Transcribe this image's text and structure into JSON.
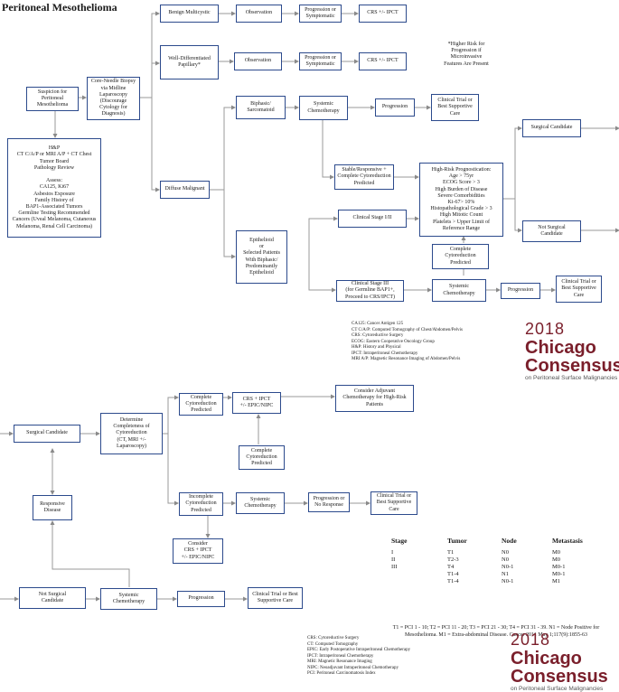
{
  "title": "Peritoneal Mesothelioma",
  "nodes": {
    "suspicion": "Suspicion for\nPeritoneal\nMesothelioma",
    "hp": "H&P\nCT C/A/P or MRI A/P + CT Chest\nTumor Board\nPathology Review\n\nAssess:\nCA125, Ki67\nAsbestos Exposure\nFamily History of\nBAP1-Associated Tumors\nGermline Testing Recommended\nCancers (Uveal Melanoma, Cutaneous\nMelanoma, Renal Cell Carcinoma)",
    "biopsy": "Core-Needle Biopsy\nvia Midline\nLaparoscopy\n(Discourage\nCytology for\nDiagnosis)",
    "benign": "Benign Multicystic",
    "obs1": "Observation",
    "prog1": "Progression or\nSymptomatic",
    "crs1": "CRS +/- IPCT",
    "wdp": "Well-Differentiated\nPapillary*",
    "obs2": "Observation",
    "prog2": "Progression or\nSymptomatic",
    "crs2": "CRS +/- IPCT",
    "note": "*Higher Risk for\nProgression if\nMicroinvasive\nFeatures Are Present",
    "diffuse": "Diffuse Malignant",
    "biphasic": "Biphasic/\nSarcomatoid",
    "syschemo1": "Systemic\nChemotherapy",
    "progression1": "Progression",
    "trial1": "Clinical Trial or\nBest Supportive\nCare",
    "stable": "Stable/Responsive +\nComplete Cytoreduction\nPredicted",
    "highrisk": "High-Risk Prognostication:\nAge > 75yr\nECOG Score > 3\nHigh Burden of Disease\nSevere Comorbidities\nKi-67> 10%\nHistopathological Grade > 3\nHigh Mitotic Count\nPlatelets > Upper Limit of\nReference Range",
    "surgcand1": "Surgical Candidate",
    "notsurg1": "Not Surgical\nCandidate",
    "epith": "Epithelioid\nor\nSelected Patients\nWith Biphasic/\nPredominantly\nEpithelioid",
    "stage12": "Clinical Stage I/II",
    "stage3": "Clinical Stage III\n(for Germline BAP1+,\nProceed to CRS/IPCT)",
    "complete1": "Complete\nCytoreduction\nPredicted",
    "syschemo2": "Systemic\nChemotherapy",
    "progression2": "Progression",
    "trial2": "Clinical Trial or\nBest Supportive\nCare",
    "surgcand2": "Surgical Candidate",
    "determine": "Determine\nCompleteness of\nCytoreduction\n(CT, MRI +/-\nLaparoscopy)",
    "complete2": "Complete\nCytoreduction\nPredicted",
    "crsepic": "CRS + IPCT\n+/- EPIC/NIPC",
    "adjuvant": "Consider Adjuvant\nChemotherapy for High-Risk\nPatients",
    "complete3": "Complete\nCytoreduction\nPredicted",
    "incomplete": "Incomplete\nCytoreduction\nPredicted",
    "syschemo3": "Systemic\nChemotherapy",
    "prognr": "Progression or\nNo Response",
    "trial3": "Clinical Trial or\nBest Supportive\nCare",
    "consider": "Consider\nCRS + IPCT\n+/- EPIC/NIPC",
    "responsive": "Responsive\nDisease",
    "notsurg2": "Not Surgical\nCandidate",
    "syschemo4": "Systemic\nChemotherapy",
    "progression3": "Progression",
    "trial4": "Clinical Trial or Best\nSupportive Care"
  },
  "abbreviations_top": "CA125: Cancer Antigen 125\nCT C/A/P: Computed Tomography of Chest/Abdomen/Pelvis\nCRS: Cytoreductive Surgery\nECOG: Eastern Cooperative Oncology Group\nH&P: History and Physical\nIPCT: Intraperitoneal Chemotherapy\nMRI A/P: Magnetic Resonance Imaging of Abdomen/Pelvis",
  "abbreviations_bottom": "CRS: Cytoreductive Surgery\nCT: Computed Tomography\nEPIC: Early Postoperative Intraperitoneal Chemotherapy\nIPCT: Intraperitoneal Chemotherapy\nMRI: Magnetic Resonance Imaging\nNIPC: Neoadjuvant Intraperitoneal Chemotherapy\nPCI: Peritoneal Carcinomatosis Index",
  "logo": {
    "year": "2018",
    "name": "Chicago\nConsensus",
    "sub": "on Peritoneal Surface Malignancies"
  },
  "staging": {
    "headers": [
      "Stage",
      "Tumor",
      "Node",
      "Metastasis"
    ],
    "rows": [
      [
        "I",
        "T1",
        "N0",
        "M0"
      ],
      [
        "II",
        "T2-3",
        "N0",
        "M0"
      ],
      [
        "III",
        "T4",
        "N0-1",
        "M0-1"
      ],
      [
        "",
        "T1-4",
        "N1",
        "M0-1"
      ],
      [
        "",
        "T1-4",
        "N0-1",
        "M1"
      ]
    ],
    "note": "T1 = PCI 1 - 10; T2 = PCI 11 - 20; T3 = PCI 21 - 30; T4 = PCI 31 - 39. N1 = Node Positive for Mesothelioma. M1 = Extra-abdominal Disease. Cancer 2011 May 1;117(9):1855-63"
  },
  "colors": {
    "box_border": "#2c4a8c",
    "line": "#999999",
    "logo": "#7a1f2b"
  }
}
